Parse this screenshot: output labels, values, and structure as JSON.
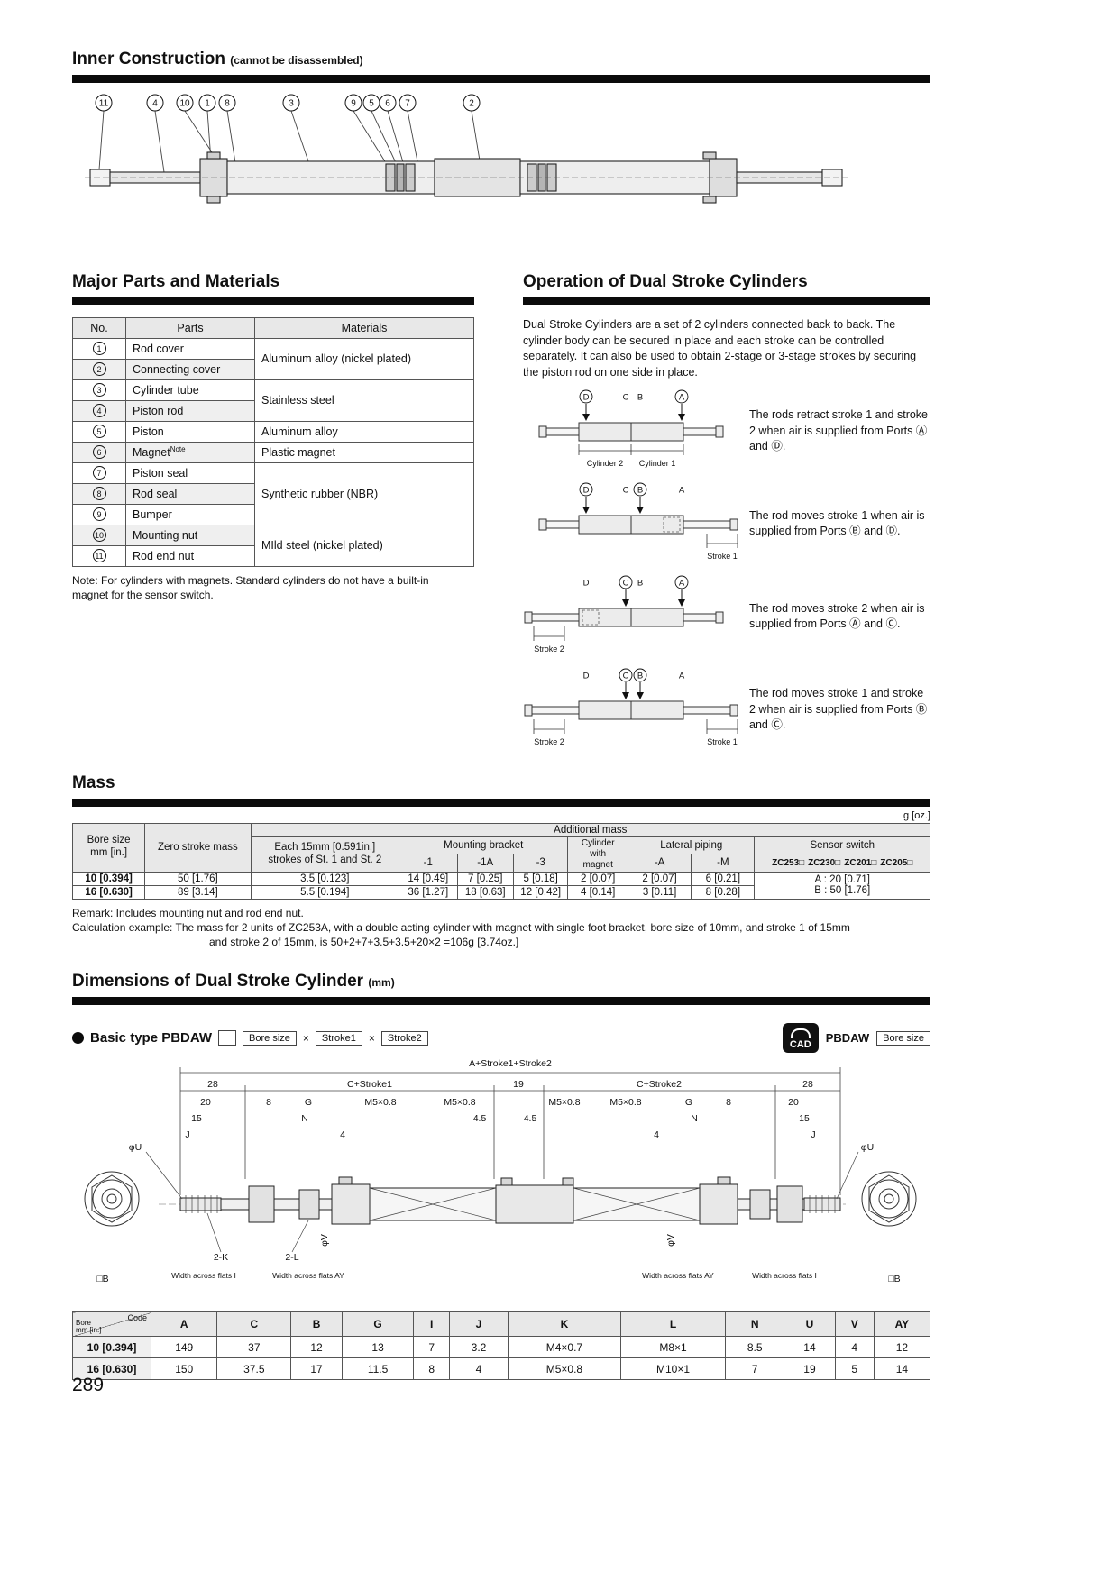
{
  "page_number": "289",
  "inner_construction": {
    "title": "Inner Construction",
    "subtitle": "(cannot be disassembled)",
    "callouts": [
      "11",
      "4",
      "10",
      "1",
      "8",
      "3",
      "9",
      "5",
      "6",
      "7",
      "2"
    ]
  },
  "major_parts": {
    "title": "Major Parts and Materials",
    "headers": {
      "no": "No.",
      "parts": "Parts",
      "materials": "Materials"
    },
    "rows": [
      {
        "no": "1",
        "part": "Rod cover",
        "material": "Aluminum alloy (nickel plated)"
      },
      {
        "no": "2",
        "part": "Connecting cover"
      },
      {
        "no": "3",
        "part": "Cylinder tube",
        "material": "Stainless steel"
      },
      {
        "no": "4",
        "part": "Piston rod"
      },
      {
        "no": "5",
        "part": "Piston",
        "material": "Aluminum alloy"
      },
      {
        "no": "6",
        "part": "Magnet",
        "note": "Note",
        "material": "Plastic magnet"
      },
      {
        "no": "7",
        "part": "Piston seal",
        "material": "Synthetic rubber (NBR)"
      },
      {
        "no": "8",
        "part": "Rod seal"
      },
      {
        "no": "9",
        "part": "Bumper"
      },
      {
        "no": "10",
        "part": "Mounting nut",
        "material": "MIld steel (nickel plated)"
      },
      {
        "no": "11",
        "part": "Rod end nut"
      }
    ],
    "note": "Note:  For cylinders with magnets. Standard cylinders do not have a built-in\nmagnet for the sensor switch."
  },
  "operation": {
    "title": "Operation of Dual Stroke Cylinders",
    "intro": "Dual Stroke Cylinders are a set of 2 cylinders connected back to back. The cylinder body can be secured in place and each stroke can be controlled separately. It can also be used to obtain 2-stage or 3-stage strokes by securing the piston rod on one side in place.",
    "diagrams": [
      {
        "ports": [
          "D",
          "C",
          "B",
          "A"
        ],
        "label_left": "Cylinder 2",
        "label_right": "Cylinder 1",
        "text": "The rods retract stroke 1 and stroke 2 when air is supplied from Ports Ⓐ and Ⓓ."
      },
      {
        "ports": [
          "D",
          "C",
          "B",
          "A"
        ],
        "stroke_right": "Stroke 1",
        "text": "The rod moves stroke 1 when air is supplied from Ports Ⓑ and Ⓓ."
      },
      {
        "ports": [
          "D",
          "C",
          "B",
          "A"
        ],
        "stroke_left": "Stroke 2",
        "text": "The rod moves stroke 2 when air is supplied from Ports Ⓐ and Ⓒ."
      },
      {
        "ports": [
          "D",
          "C",
          "B",
          "A"
        ],
        "stroke_left": "Stroke 2",
        "stroke_right": "Stroke 1",
        "text": "The rod moves stroke 1 and stroke 2 when air is supplied from Ports Ⓑ and Ⓒ."
      }
    ]
  },
  "mass": {
    "title": "Mass",
    "unit": "g [oz.]",
    "h_bore": "Bore size\nmm [in.]",
    "h_zero": "Zero stroke mass",
    "h_additional": "Additional mass",
    "h_each": "Each 15mm [0.591in.]\nstrokes of St. 1 and St. 2",
    "h_bracket": "Mounting bracket",
    "h_b1": "-1",
    "h_b1a": "-1A",
    "h_b3": "-3",
    "h_magnet": "Cylinder\nwith\nmagnet",
    "h_lateral": "Lateral piping",
    "h_la": "-A",
    "h_lm": "-M",
    "h_sensor": "Sensor switch",
    "h_sensor_models": [
      "ZC253□",
      "ZC230□",
      "ZC201□",
      "ZC205□"
    ],
    "rows": [
      {
        "bore": "10 [0.394]",
        "zero": "50 [1.76]",
        "each": "3.5 [0.123]",
        "b1": "14 [0.49]",
        "b1a": "7 [0.25]",
        "b3": "5 [0.18]",
        "magnet": "2 [0.07]",
        "la": "2 [0.07]",
        "lm": "6 [0.21]"
      },
      {
        "bore": "16 [0.630]",
        "zero": "89 [3.14]",
        "each": "5.5 [0.194]",
        "b1": "36 [1.27]",
        "b1a": "18 [0.63]",
        "b3": "12 [0.42]",
        "magnet": "4 [0.14]",
        "la": "3 [0.11]",
        "lm": "8 [0.28]"
      }
    ],
    "sensor_a": "A : 20 [0.71]",
    "sensor_b": "B : 50 [1.76]",
    "remark": "Remark: Includes mounting nut and rod end nut.",
    "calc1": "Calculation example: The mass for 2 units of ZC253A, with a double acting cylinder with magnet with single foot bracket, bore size of 10mm, and stroke 1 of 15mm",
    "calc2": "and stroke 2 of 15mm, is 50+2+7+3.5+3.5+20×2 =106g [3.74oz.]"
  },
  "dimensions": {
    "title": "Dimensions of Dual Stroke Cylinder",
    "title_unit": "(mm)",
    "basic_label": "Basic type PBDAW",
    "order_boxes": [
      "Bore size",
      "Stroke1",
      "Stroke2"
    ],
    "x_sep": "×",
    "cad_label": "CAD",
    "model_label": "PBDAW",
    "model_box": "Bore size",
    "dim_labels": {
      "overall": "A+Stroke1+Stroke2",
      "seg28l": "28",
      "segC1": "C+Stroke1",
      "seg19": "19",
      "segC2": "C+Stroke2",
      "seg28r": "28",
      "d20l": "20",
      "d8l": "8",
      "gL": "G",
      "m5a": "M5×0.8",
      "m5b": "M5×0.8",
      "m5c": "M5×0.8",
      "m5d": "M5×0.8",
      "gR": "G",
      "d8r": "8",
      "d20r": "20",
      "d15l": "15",
      "nL": "N",
      "d45a": "4.5",
      "d45b": "4.5",
      "nR": "N",
      "d15r": "15",
      "jL": "J",
      "d4l": "4",
      "d4r": "4",
      "jR": "J",
      "phiUL": "φU",
      "phiUR": "φU",
      "phiVL": "φV",
      "phiVR": "φV",
      "k2": "2-K",
      "l2": "2-L",
      "wafIL": "Width across flats I",
      "wafAYL": "Width across flats AY",
      "wafAYR": "Width across flats  AY",
      "wafIR": "Width across flats I",
      "bBL": "□B",
      "bBR": "□B"
    },
    "table": {
      "corner_code": "Code",
      "corner_bore": "Bore\nmm [in.]",
      "cols": [
        "A",
        "C",
        "B",
        "G",
        "I",
        "J",
        "K",
        "L",
        "N",
        "U",
        "V",
        "AY"
      ],
      "rows": [
        {
          "bore": "10 [0.394]",
          "vals": [
            "149",
            "37",
            "12",
            "13",
            "7",
            "3.2",
            "M4×0.7",
            "M8×1",
            "8.5",
            "14",
            "4",
            "12"
          ]
        },
        {
          "bore": "16 [0.630]",
          "vals": [
            "150",
            "37.5",
            "17",
            "11.5",
            "8",
            "4",
            "M5×0.8",
            "M10×1",
            "7",
            "19",
            "5",
            "14"
          ]
        }
      ]
    }
  }
}
